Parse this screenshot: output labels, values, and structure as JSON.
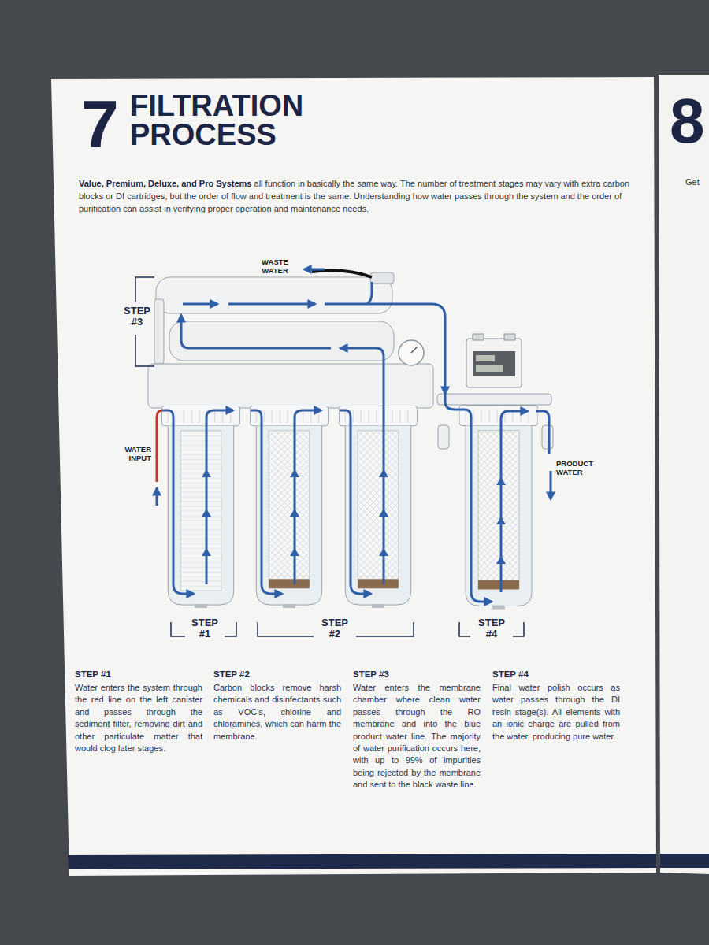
{
  "diagram": {
    "title": "FILTRATION PROCESS",
    "labels": [
      "7",
      "8",
      "Get",
      "Value, Premium, Deluxe, and Pro Systems",
      "all function in basically the same way. The number of treatment stages may vary with extra carbon blocks or DI cartridges, but the order of flow and treatment is the same. Understanding how water passes through the system and the order of purification can assist in verifying proper operation and maintenance needs.",
      "WASTE WATER",
      "STEP #3",
      "WATER INPUT",
      "PRODUCT WATER",
      "STEP #1",
      "STEP #2",
      "STEP #4",
      "STEP #1",
      "Water enters the system through the red line on the left canister and passes through the sediment filter, removing dirt and other particulate matter that would clog later stages.",
      "STEP #2",
      "Carbon blocks remove harsh chemicals and disinfectants such as VOC's, chlorine and chloramines, which can harm the membrane.",
      "STEP #3",
      "Water enters the membrane chamber where clean water passes through the RO membrane and into the blue product water line. The majority of water purification occurs here, with up to 99% of impurities being rejected by the membrane and sent to the black waste line.",
      "STEP #4",
      "Final water polish occurs as water passes through the DI resin stage(s). All elements with an ionic charge are pulled from the water, producing pure water."
    ]
  }
}
